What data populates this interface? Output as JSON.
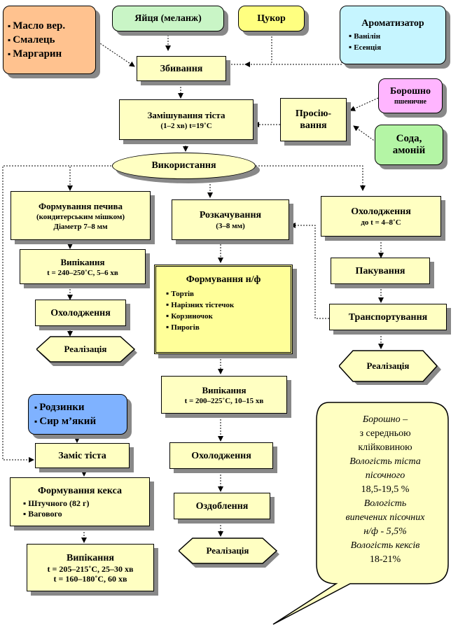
{
  "fats": [
    "Масло вер.",
    "Смалець",
    "Маргарин"
  ],
  "eggs": "Яйця (меланж)",
  "sugar": "Цукор",
  "flavor": {
    "title": "Ароматизатор",
    "items": [
      "Ванілін",
      "Есенція"
    ]
  },
  "whipping": "Збивання",
  "kneading": {
    "title": "Замішування тіста",
    "sub": "(1–2 хв) t=19˚С"
  },
  "sifting": [
    "Просію-",
    "вання"
  ],
  "flour": {
    "title": "Борошно",
    "sub": "пшеничне"
  },
  "soda": [
    "Сода,",
    "амоній"
  ],
  "usage": "Використання",
  "cookie_forming": {
    "title": "Формування печива",
    "sub": "(кондитерським мішком)",
    "sub2": "Діаметр 7–8 мм"
  },
  "cookie_baking": {
    "title": "Випікання",
    "sub": "t = 240–250˚С, 5–6 хв"
  },
  "cookie_cooling": "Охолодження",
  "cookie_sale": "Реалізація",
  "rolling": {
    "title": "Розкачування",
    "sub": "(3–8 мм)"
  },
  "semi_forming": {
    "title": "Формування н/ф",
    "items": [
      "Тортів",
      "Нарізних тістечок",
      "Корзиночок",
      "Пирогів"
    ]
  },
  "semi_baking": {
    "title": "Випікання",
    "sub": "t = 200–225˚С, 10–15 хв"
  },
  "semi_cooling": "Охолодження",
  "decorating": "Оздоблення",
  "semi_sale": "Реалізація",
  "chilling": {
    "title": "Охолодження",
    "sub": "до t = 4–8˚С"
  },
  "packing": "Пакування",
  "transport": "Транспортування",
  "right_sale": "Реалізація",
  "raisins": [
    "Родзинки",
    "Сир м’який"
  ],
  "cake_kneading": "Заміс тіста",
  "cake_forming": {
    "title": "Формування кекса",
    "items": [
      "Штучного (82 г)",
      "Вагового"
    ]
  },
  "cake_baking": {
    "title": "Випікання",
    "sub": "t = 205–215˚С, 25–30 хв",
    "sub2": "t = 160–180˚С, 60 хв"
  },
  "note": {
    "line1": "Борошно –",
    "line2": "з середньою",
    "line3": "клійковиною",
    "line4": "Вологість тіста",
    "line5": "пісочного",
    "line6": "18,5-19,5 %",
    "line7": "Вологість",
    "line8": "випечених пісочних",
    "line9": "н/ф - 5,5%",
    "line10": "Вологість кексів",
    "line11": "18-21%"
  },
  "colors": {
    "box": "#ffffc2",
    "fats": "#ffc28f",
    "eggs": "#c9f5c6",
    "sugar": "#ffff80",
    "flavor": "#c6f5ff",
    "flour": "#ffb5ff",
    "soda": "#b4f5a5",
    "raisins": "#7fb2ff"
  }
}
